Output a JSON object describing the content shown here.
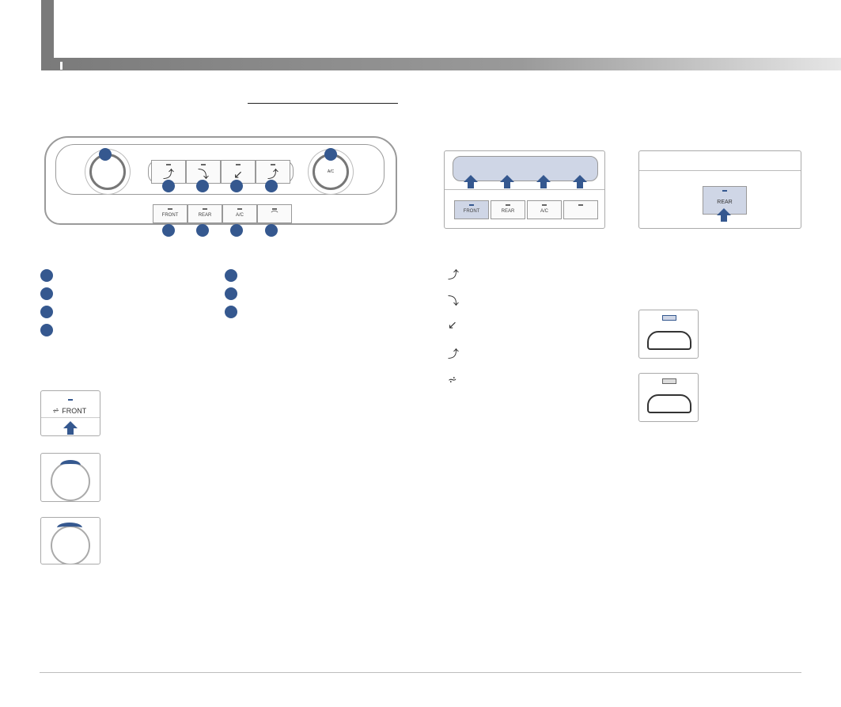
{
  "panel": {
    "knob_right_label": "A/C",
    "buttons_bottom": [
      "FRONT",
      "REAR",
      "A/C",
      ""
    ],
    "callout_count": 10
  },
  "thumb_front_label": "FRONT",
  "thumb_rear_label": "REAR",
  "right_panel": {
    "bottom_buttons": [
      "FRONT",
      "REAR",
      "A/C",
      ""
    ]
  },
  "icons": [
    "face-vent-icon",
    "bi-level-icon",
    "floor-icon",
    "floor-defrost-icon",
    "defrost-icon"
  ],
  "colors": {
    "accent": "#35588f",
    "header": "#7a7a7a"
  }
}
